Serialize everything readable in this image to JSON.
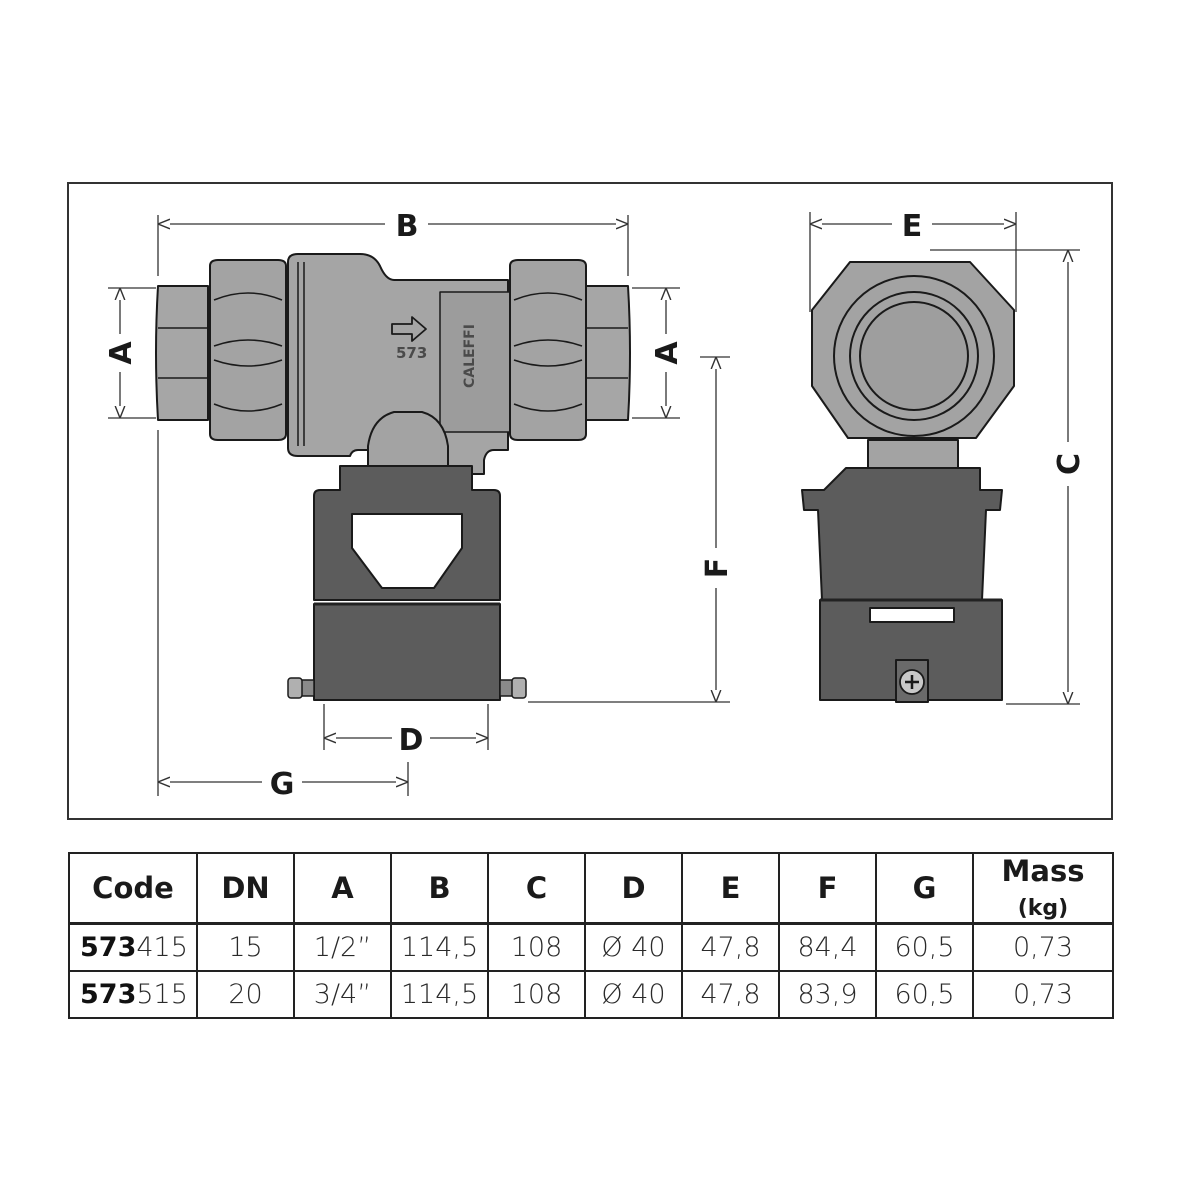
{
  "figure": {
    "dimension_labels": {
      "A": "A",
      "B": "B",
      "C": "C",
      "D": "D",
      "E": "E",
      "F": "F",
      "G": "G"
    },
    "body_markings": {
      "model": "573",
      "brand": "CALEFFI"
    }
  },
  "table": {
    "headers": [
      "Code",
      "DN",
      "A",
      "B",
      "C",
      "D",
      "E",
      "F",
      "G",
      "Mass"
    ],
    "mass_unit": "(kg)",
    "rows": [
      {
        "code_bold": "573",
        "code_rest": "415",
        "dn": "15",
        "a": "1/2”",
        "b": "114,5",
        "c": "108",
        "d": "Ø 40",
        "e": "47,8",
        "f": "84,4",
        "g": "60,5",
        "mass": "0,73"
      },
      {
        "code_bold": "573",
        "code_rest": "515",
        "dn": "20",
        "a": "3/4”",
        "b": "114,5",
        "c": "108",
        "d": "Ø 40",
        "e": "47,8",
        "f": "83,9",
        "g": "60,5",
        "mass": "0,73"
      }
    ]
  },
  "colors": {
    "body": "#a3a3a3",
    "body_dark": "#5e5e5e",
    "insulation": "#5c5c5c",
    "outline": "#1a1a1a"
  }
}
